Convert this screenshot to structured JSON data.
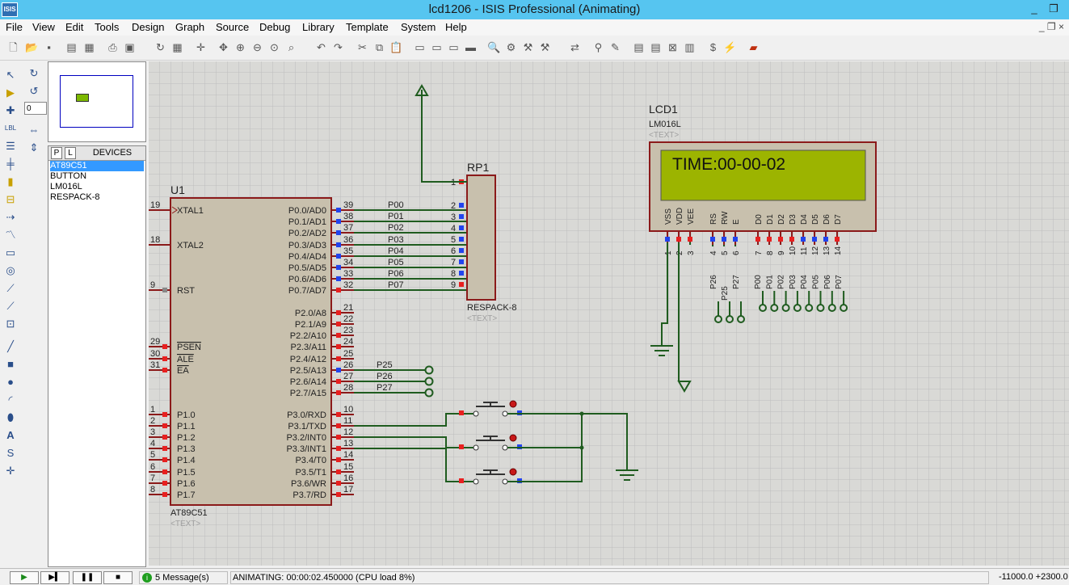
{
  "window": {
    "title": "lcd1206 - ISIS Professional (Animating)",
    "app_icon": "ISIS",
    "minimize": "_",
    "maximize": "❐"
  },
  "menu": [
    "File",
    "View",
    "Edit",
    "Tools",
    "Design",
    "Graph",
    "Source",
    "Debug",
    "Library",
    "Template",
    "System",
    "Help"
  ],
  "rotation_value": "0",
  "device_panel": {
    "tab_p": "P",
    "tab_l": "L",
    "title": "DEVICES",
    "items": [
      "AT89C51",
      "BUTTON",
      "LM016L",
      "RESPACK-8"
    ],
    "selected": "AT89C51"
  },
  "schematic": {
    "u1": {
      "ref": "U1",
      "part": "AT89C51",
      "text": "<TEXT>",
      "left_pins": [
        {
          "num": "19",
          "name": "XTAL1"
        },
        {
          "num": "18",
          "name": "XTAL2"
        },
        {
          "num": "9",
          "name": "RST"
        },
        {
          "num": "29",
          "name": "PSEN"
        },
        {
          "num": "30",
          "name": "ALE"
        },
        {
          "num": "31",
          "name": "EA"
        },
        {
          "num": "1",
          "name": "P1.0"
        },
        {
          "num": "2",
          "name": "P1.1"
        },
        {
          "num": "3",
          "name": "P1.2"
        },
        {
          "num": "4",
          "name": "P1.3"
        },
        {
          "num": "5",
          "name": "P1.4"
        },
        {
          "num": "6",
          "name": "P1.5"
        },
        {
          "num": "7",
          "name": "P1.6"
        },
        {
          "num": "8",
          "name": "P1.7"
        }
      ],
      "right_pins": [
        {
          "num": "39",
          "name": "P0.0/AD0"
        },
        {
          "num": "38",
          "name": "P0.1/AD1"
        },
        {
          "num": "37",
          "name": "P0.2/AD2"
        },
        {
          "num": "36",
          "name": "P0.3/AD3"
        },
        {
          "num": "35",
          "name": "P0.4/AD4"
        },
        {
          "num": "34",
          "name": "P0.5/AD5"
        },
        {
          "num": "33",
          "name": "P0.6/AD6"
        },
        {
          "num": "32",
          "name": "P0.7/AD7"
        },
        {
          "num": "21",
          "name": "P2.0/A8"
        },
        {
          "num": "22",
          "name": "P2.1/A9"
        },
        {
          "num": "23",
          "name": "P2.2/A10"
        },
        {
          "num": "24",
          "name": "P2.3/A11"
        },
        {
          "num": "25",
          "name": "P2.4/A12"
        },
        {
          "num": "26",
          "name": "P2.5/A13"
        },
        {
          "num": "27",
          "name": "P2.6/A14"
        },
        {
          "num": "28",
          "name": "P2.7/A15"
        },
        {
          "num": "10",
          "name": "P3.0/RXD"
        },
        {
          "num": "11",
          "name": "P3.1/TXD"
        },
        {
          "num": "12",
          "name": "P3.2/INT0"
        },
        {
          "num": "13",
          "name": "P3.3/INT1"
        },
        {
          "num": "14",
          "name": "P3.4/T0"
        },
        {
          "num": "15",
          "name": "P3.5/T1"
        },
        {
          "num": "16",
          "name": "P3.6/WR"
        },
        {
          "num": "17",
          "name": "P3.7/RD"
        }
      ]
    },
    "p0_nets": [
      "P00",
      "P01",
      "P02",
      "P03",
      "P04",
      "P05",
      "P06",
      "P07"
    ],
    "p2_nets": [
      "P25",
      "P26",
      "P27"
    ],
    "rp1": {
      "ref": "RP1",
      "part": "RESPACK-8",
      "text": "<TEXT>",
      "pins": [
        "1",
        "2",
        "3",
        "4",
        "5",
        "6",
        "7",
        "8",
        "9"
      ]
    },
    "lcd1": {
      "ref": "LCD1",
      "part": "LM016L",
      "text": "<TEXT>",
      "display": "TIME:00-00-02",
      "pin_names": [
        "VSS",
        "VDD",
        "VEE",
        "RS",
        "RW",
        "E",
        "D0",
        "D1",
        "D2",
        "D3",
        "D4",
        "D5",
        "D6",
        "D7"
      ],
      "pin_nums": [
        "1",
        "2",
        "3",
        "4",
        "5",
        "6",
        "7",
        "8",
        "9",
        "10",
        "11",
        "12",
        "13",
        "14"
      ],
      "ctrl_nets": [
        "P26",
        "P25",
        "P27"
      ],
      "data_nets": [
        "P00",
        "P01",
        "P02",
        "P03",
        "P04",
        "P05",
        "P06",
        "P07"
      ]
    }
  },
  "status": {
    "messages": "5 Message(s)",
    "animating": "ANIMATING: 00:00:02.450000 (CPU load 8%)",
    "coords": "-11000.0  +2300.0"
  },
  "controls": {
    "play": "▶",
    "step": "▶▍",
    "pause": "❚❚",
    "stop": "■"
  },
  "colors": {
    "title_bar": "#56c5f0",
    "lcd_screen": "#9cb400",
    "wire": "#1f5c1f",
    "component": "#8b1a1a",
    "pin_high": "#e82020",
    "pin_low": "#2244ee"
  }
}
